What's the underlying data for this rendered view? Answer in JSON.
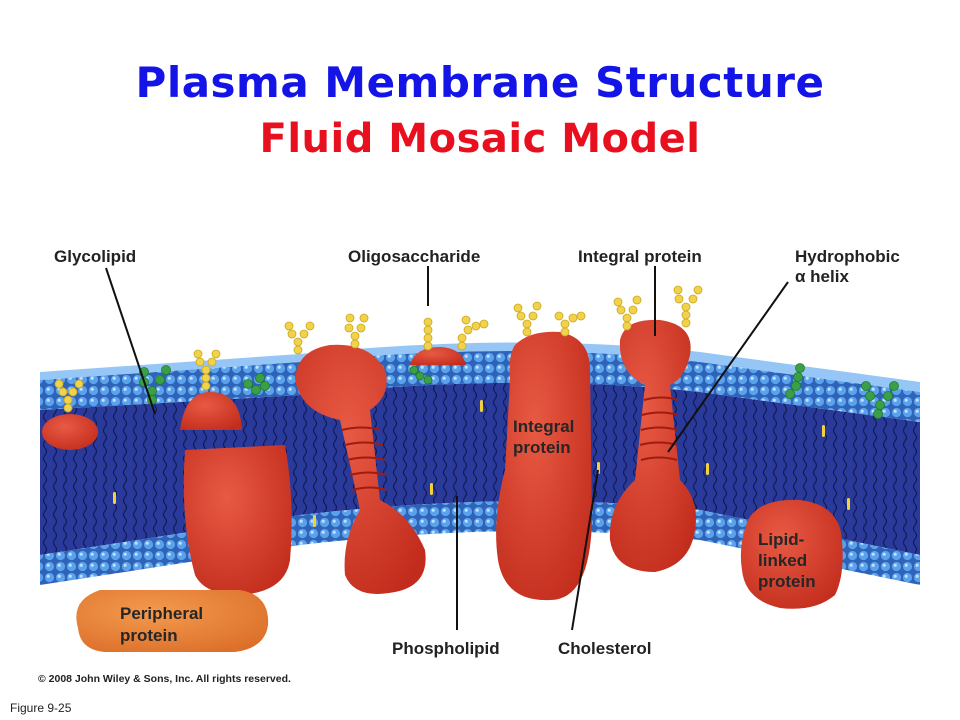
{
  "title": "Plasma Membrane Structure",
  "subtitle": "Fluid Mosaic Model",
  "labels": {
    "glycolipid": "Glycolipid",
    "oligosaccharide": "Oligosaccharide",
    "integral_protein_top": "Integral protein",
    "hydrophobic_line1": "Hydrophobic",
    "hydrophobic_line2": "α helix",
    "integral_inner_line1": "Integral",
    "integral_inner_line2": "protein",
    "lipid_linked_line1": "Lipid-",
    "lipid_linked_line2": "linked",
    "lipid_linked_line3": "protein",
    "peripheral_line1": "Peripheral",
    "peripheral_line2": "protein",
    "phospholipid": "Phospholipid",
    "cholesterol": "Cholesterol"
  },
  "copyright": "© 2008 John Wiley & Sons, Inc. All rights reserved.",
  "figure_label": "Figure 9-25",
  "colors": {
    "title": "#1414e6",
    "subtitle": "#e8101e",
    "lipid_head": "#4d94e0",
    "membrane_core": "#2b3c9c",
    "protein": "#d23a28",
    "peripheral": "#e5823a",
    "sugar_yellow": "#f0d24a",
    "sugar_green": "#3aa040"
  }
}
